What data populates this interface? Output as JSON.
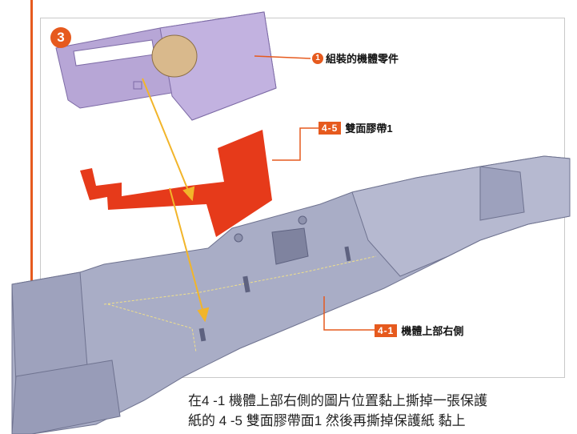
{
  "step": {
    "number": "3"
  },
  "callouts": {
    "part1": {
      "number": "1",
      "label": "組裝的機體零件"
    },
    "tape": {
      "tag": "4-5",
      "label": "雙面膠帶1"
    },
    "fuselage": {
      "tag": "4-1",
      "label": "機體上部右側"
    }
  },
  "caption": {
    "line1": "在4 -1 機體上部右側的圖片位置黏上撕掉一張保護",
    "line2": "紙的 4 -5 雙面膠帶面1 然後再撕掉保護紙 黏上"
  },
  "colors": {
    "accent": "#e65a1e",
    "part_purple": "#b7a6d6",
    "fuselage_gray": "#a9adc6",
    "tape_red": "#e63a1a",
    "arrow_yellow": "#f2b52a"
  }
}
